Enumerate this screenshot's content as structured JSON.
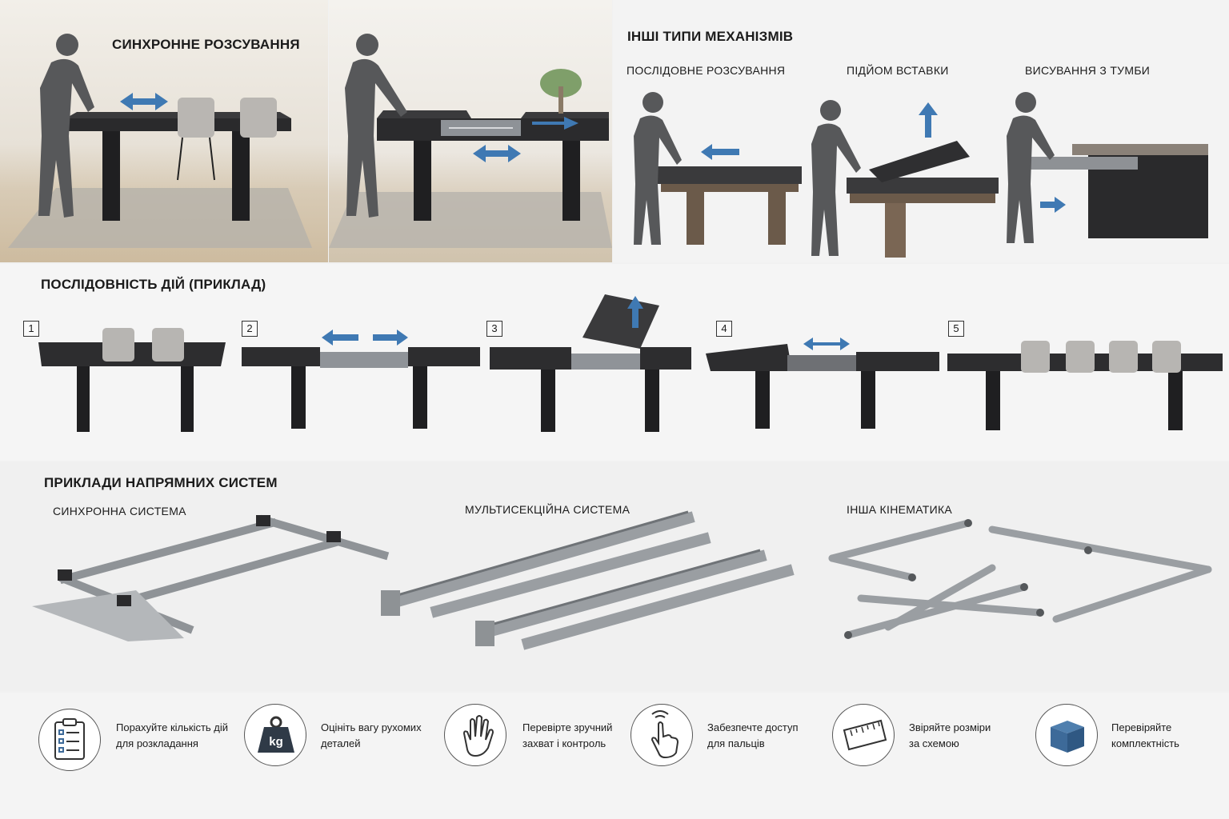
{
  "sections": {
    "sync_title": "СИНХРОННЕ РОЗСУВАННЯ",
    "other_title": "ІНШІ ТИПИ МЕХАНІЗМІВ",
    "other_types": [
      {
        "label": "ПОСЛІДОВНЕ РОЗСУВАННЯ"
      },
      {
        "label": "ПІДЙОМ ВСТАВКИ"
      },
      {
        "label": "ВИСУВАННЯ З ТУМБИ"
      }
    ],
    "sequence_title": "ПОСЛІДОВНІСТЬ ДІЙ (ПРИКЛАД)",
    "steps": [
      "1",
      "2",
      "3",
      "4",
      "5"
    ],
    "guides_title": "ПРИКЛАДИ НАПРЯМНИХ СИСТЕМ",
    "guide_types": [
      {
        "label": "СИНХРОННА СИСТЕМА"
      },
      {
        "label": "МУЛЬТИСЕКЦІЙНА СИСТЕМА"
      },
      {
        "label": "ІНША КІНЕМАТИКА"
      }
    ]
  },
  "tips": [
    {
      "icon": "clipboard-checklist-icon",
      "line1": "Порахуйте кількість дій",
      "line2": "для розкладання"
    },
    {
      "icon": "weight-kg-icon",
      "line1": "Оцініть вагу рухомих",
      "line2": "деталей",
      "icon_text": "kg"
    },
    {
      "icon": "hand-icon",
      "line1": "Перевірте зручний",
      "line2": "захват і контроль"
    },
    {
      "icon": "finger-touch-icon",
      "line1": "Забезпечте доступ",
      "line2": "для пальців"
    },
    {
      "icon": "ruler-icon",
      "line1": "Звіряйте розміри",
      "line2": "за схемою"
    },
    {
      "icon": "box-icon",
      "line1": "Перевіряйте",
      "line2": "комплектність"
    }
  ],
  "colors": {
    "arrow_blue": "#3f79b3",
    "tabletop_dark": "#2e2e30",
    "wood_brown": "#6b5a4a",
    "metal_gray": "#a7abaf",
    "icon_blue": "#3d6a99"
  }
}
